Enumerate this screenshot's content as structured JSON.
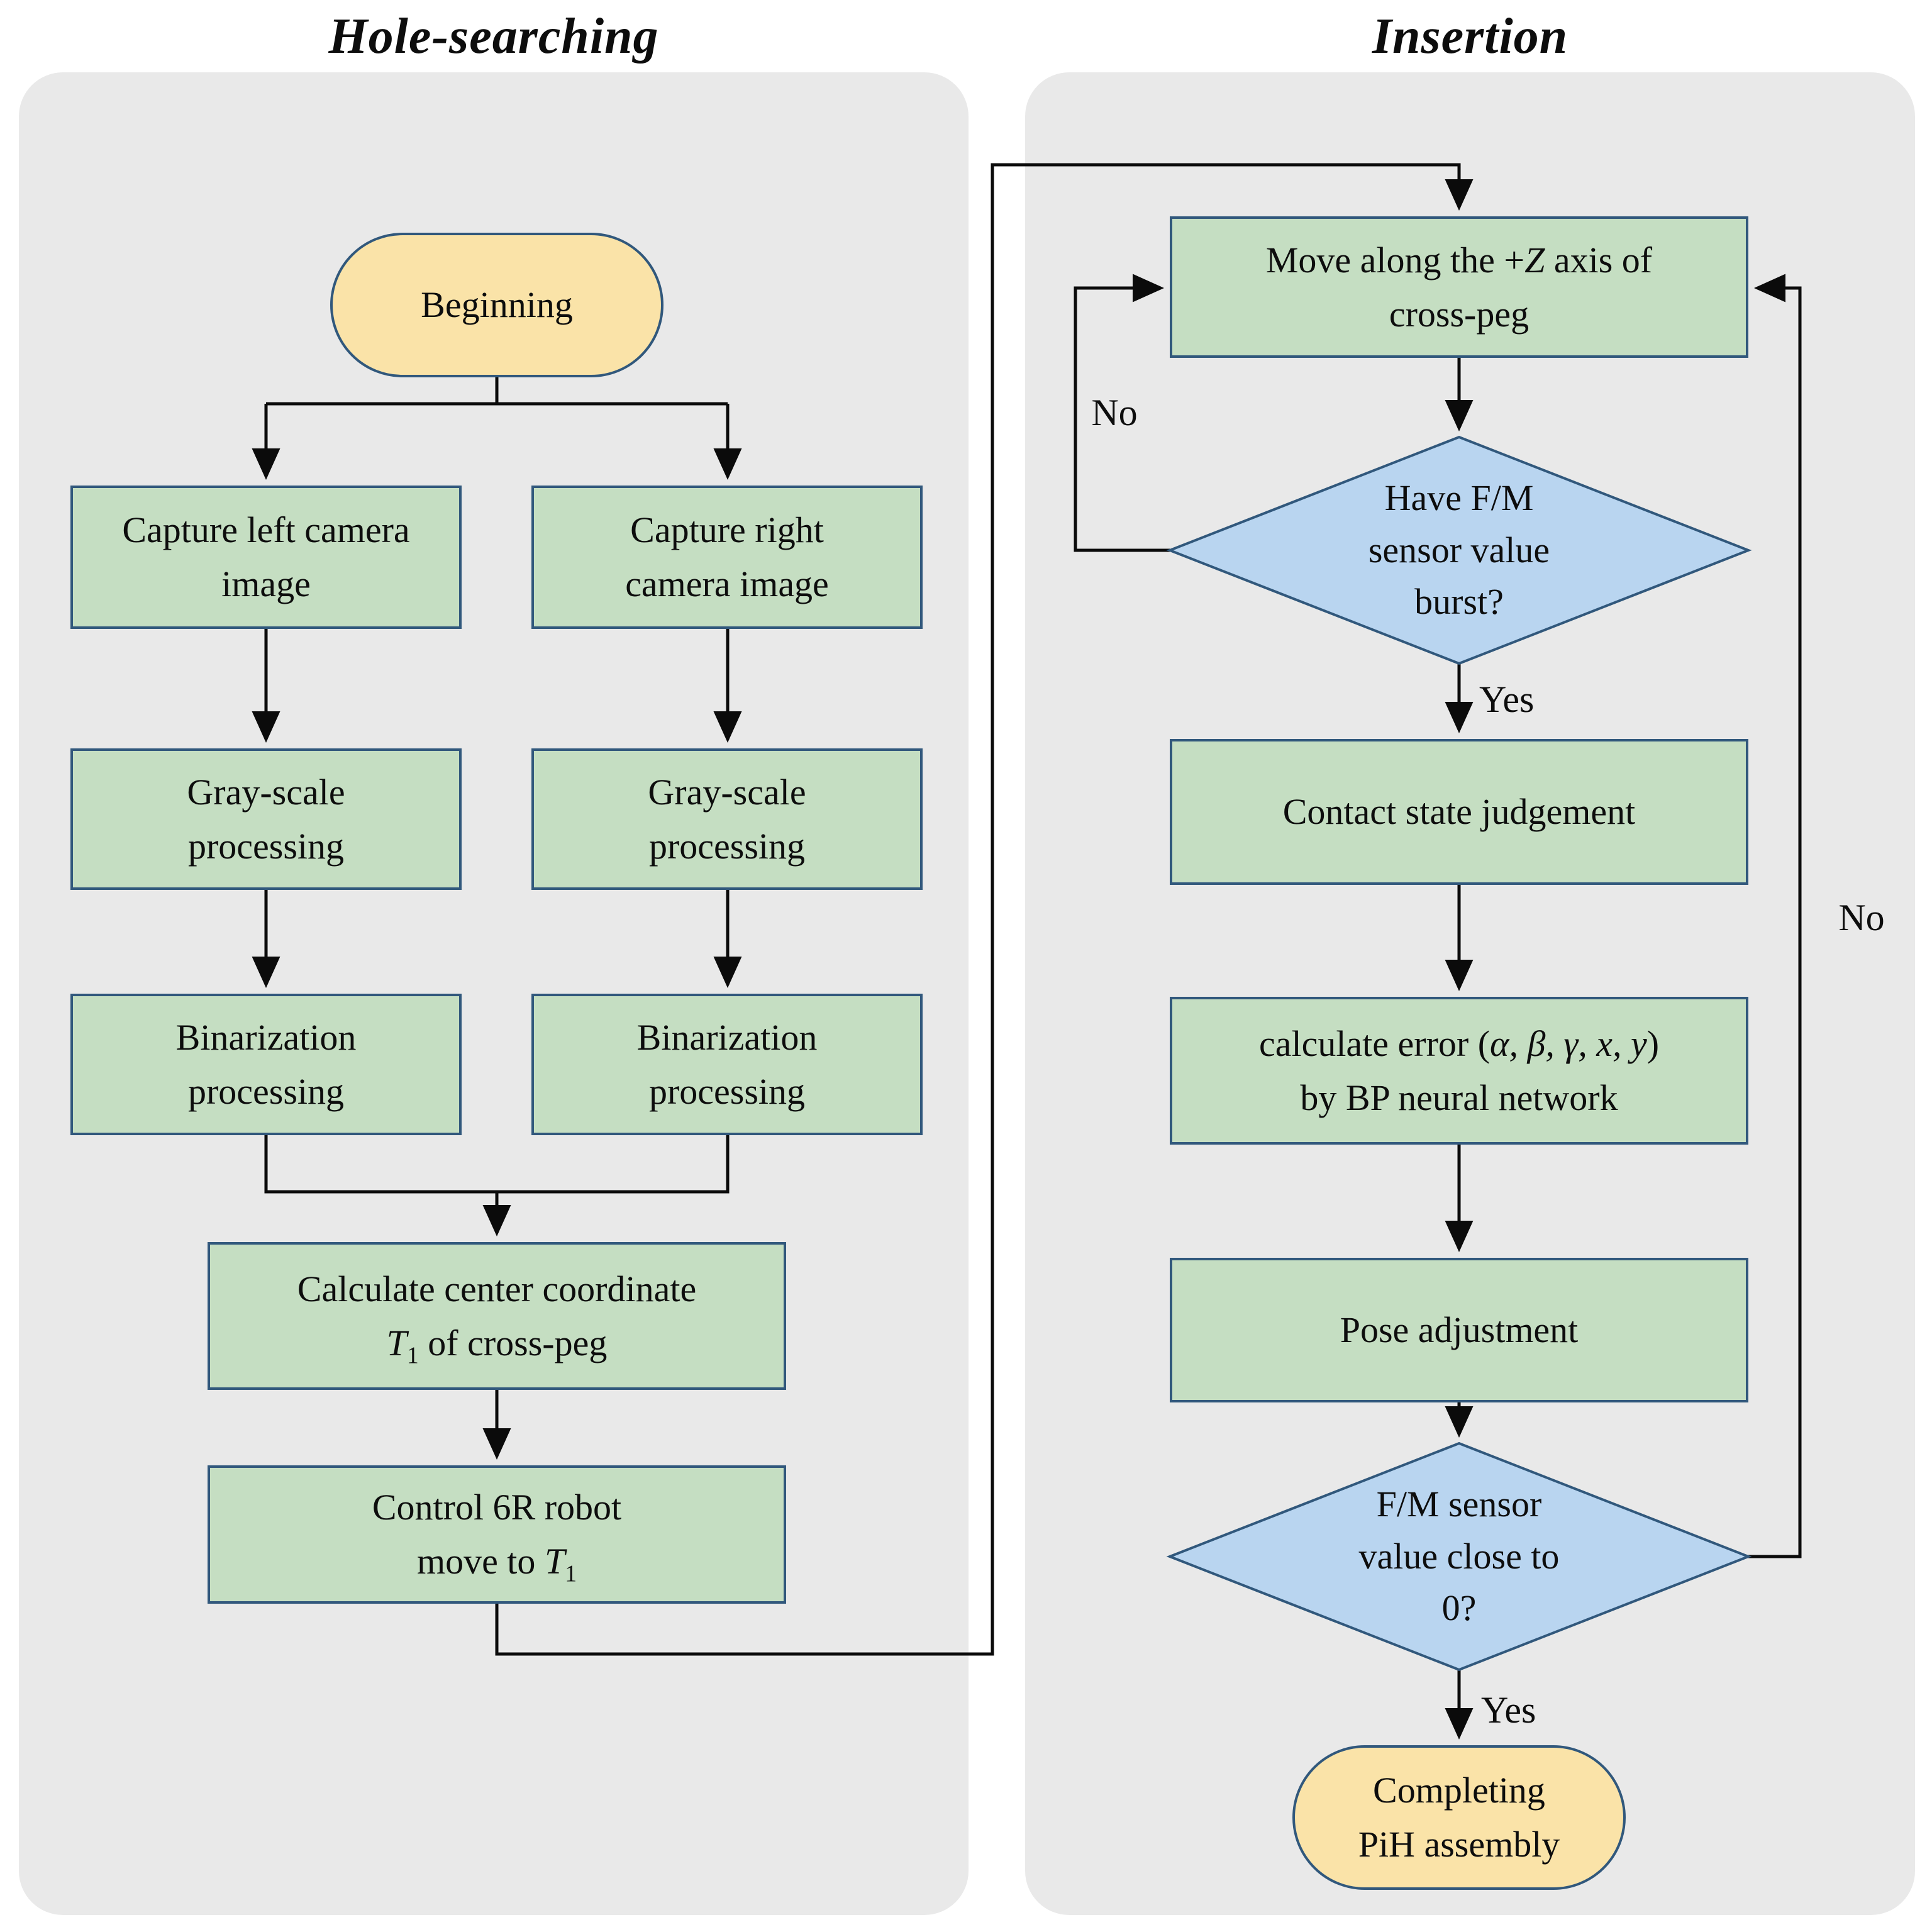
{
  "titles": {
    "left": "Hole-searching",
    "right": "Insertion"
  },
  "colors": {
    "panel_background": "#e9e9e9",
    "process_fill": "#c5dec2",
    "terminal_fill": "#fae3a8",
    "decision_fill": "#b9d5f0",
    "shape_border": "#31587c",
    "connector_line": "#0b0b0b",
    "text": "#0d0d0d"
  },
  "hole_searching": {
    "beginning": "Beginning",
    "capture_left": [
      "Capture left camera",
      "image"
    ],
    "capture_right": [
      "Capture right",
      "camera image"
    ],
    "grayscale_left": [
      "Gray-scale",
      "processing"
    ],
    "grayscale_right": [
      "Gray-scale",
      "processing"
    ],
    "binarization_left": [
      "Binarization",
      "processing"
    ],
    "binarization_right": [
      "Binarization",
      "processing"
    ],
    "calculate_center": {
      "line1": "Calculate center coordinate",
      "t_var": "T",
      "t_sub": "1",
      "line2_rest": " of cross-peg"
    },
    "control_robot": {
      "line1": "Control 6R robot",
      "line2_pre": "move to ",
      "t_var": "T",
      "t_sub": "1"
    }
  },
  "insertion": {
    "move_along": {
      "line1_pre": "Move along the +",
      "z_var": "Z",
      "line1_post": " axis of",
      "line2": "cross-peg"
    },
    "decision_burst": [
      "Have F/M",
      "sensor value",
      "burst?"
    ],
    "contact_state": "Contact state judgement",
    "calculate_error": {
      "line1_pre": "calculate error (",
      "vars": "α, β, γ, x, y",
      "line1_post": ")",
      "line2": "by BP neural network"
    },
    "pose_adjustment": "Pose adjustment",
    "decision_zero": [
      "F/M sensor",
      "value close to",
      "0?"
    ],
    "completing": [
      "Completing",
      "PiH assembly"
    ],
    "labels": {
      "yes_burst": "Yes",
      "no_burst": "No",
      "yes_zero": "Yes",
      "no_zero": "No"
    }
  }
}
